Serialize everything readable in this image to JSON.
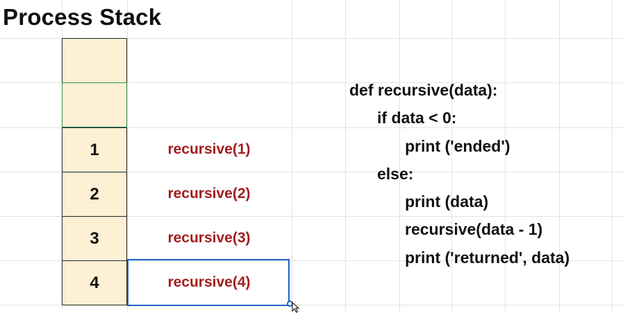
{
  "title": "Process Stack",
  "stack": {
    "cells": [
      {
        "label": ""
      },
      {
        "label": ""
      },
      {
        "label": "1"
      },
      {
        "label": "2"
      },
      {
        "label": "3"
      },
      {
        "label": "4"
      }
    ]
  },
  "calls": [
    "recursive(1)",
    "recursive(2)",
    "recursive(3)",
    "recursive(4)"
  ],
  "code": [
    {
      "text": "def recursive(data):",
      "indent": 0
    },
    {
      "text": "if data < 0:",
      "indent": 1
    },
    {
      "text": "print ('ended')",
      "indent": 2
    },
    {
      "text": "else:",
      "indent": 1
    },
    {
      "text": "print (data)",
      "indent": 2
    },
    {
      "text": "recursive(data - 1)",
      "indent": 2
    },
    {
      "text": "print ('returned', data)",
      "indent": 2
    }
  ],
  "colors": {
    "cell_fill": "#fdf0d4",
    "call_text": "#a41d1d",
    "selection": "#1d62c8",
    "highlight_border": "#2e8f5a"
  }
}
